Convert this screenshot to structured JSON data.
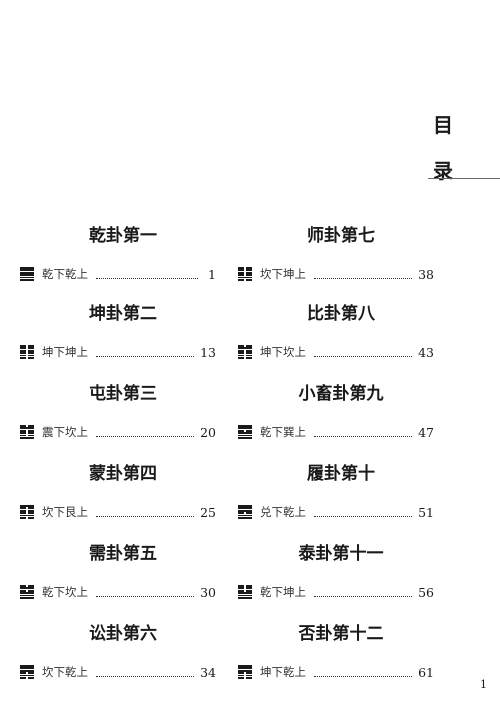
{
  "title": {
    "char1": "目",
    "char2": "录"
  },
  "folio": "1",
  "entries": [
    {
      "heading": "乾卦第一",
      "gua": "乾下乾上",
      "page": "1",
      "hex": [
        1,
        1,
        1,
        1,
        1,
        1
      ],
      "dotted": true
    },
    {
      "heading": "坤卦第二",
      "gua": "坤下坤上",
      "page": "13",
      "hex": [
        0,
        0,
        0,
        0,
        0,
        0
      ]
    },
    {
      "heading": "屯卦第三",
      "gua": "震下坎上",
      "page": "20",
      "hex": [
        0,
        1,
        0,
        0,
        0,
        1
      ]
    },
    {
      "heading": "蒙卦第四",
      "gua": "坎下艮上",
      "page": "25",
      "hex": [
        1,
        0,
        0,
        0,
        1,
        0
      ]
    },
    {
      "heading": "需卦第五",
      "gua": "乾下坎上",
      "page": "30",
      "hex": [
        0,
        1,
        0,
        1,
        1,
        1
      ]
    },
    {
      "heading": "讼卦第六",
      "gua": "坎下乾上",
      "page": "34",
      "hex": [
        1,
        1,
        1,
        0,
        1,
        0
      ]
    },
    {
      "heading": "师卦第七",
      "gua": "坎下坤上",
      "page": "38",
      "hex": [
        0,
        0,
        0,
        0,
        1,
        0
      ]
    },
    {
      "heading": "比卦第八",
      "gua": "坤下坎上",
      "page": "43",
      "hex": [
        0,
        1,
        0,
        0,
        0,
        0
      ]
    },
    {
      "heading": "小畜卦第九",
      "gua": "乾下巽上",
      "page": "47",
      "hex": [
        1,
        1,
        0,
        1,
        1,
        1
      ]
    },
    {
      "heading": "履卦第十",
      "gua": "兑下乾上",
      "page": "51",
      "hex": [
        1,
        1,
        1,
        0,
        1,
        1
      ]
    },
    {
      "heading": "泰卦第十一",
      "gua": "乾下坤上",
      "page": "56",
      "hex": [
        0,
        0,
        0,
        1,
        1,
        1
      ]
    },
    {
      "heading": "否卦第十二",
      "gua": "坤下乾上",
      "page": "61",
      "hex": [
        1,
        1,
        1,
        0,
        0,
        0
      ]
    }
  ]
}
